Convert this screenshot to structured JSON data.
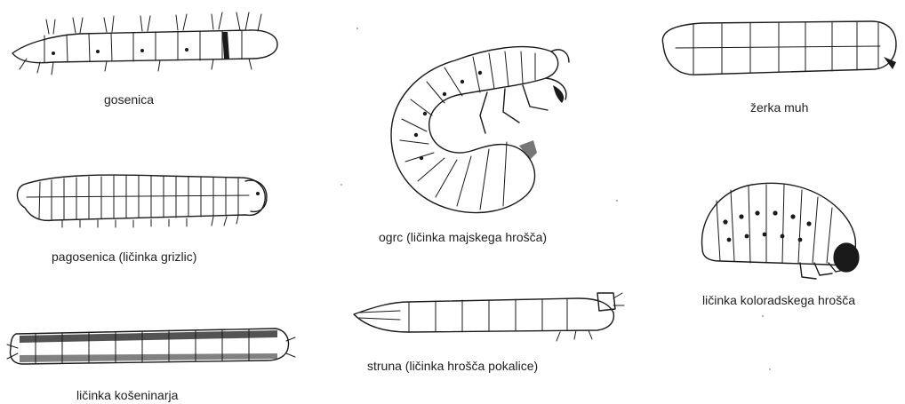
{
  "larvae": [
    {
      "id": "gosenica",
      "label": "gosenica"
    },
    {
      "id": "pagosenica",
      "label": "pagosenica (ličinka grizlic)"
    },
    {
      "id": "kosenina",
      "label": "ličinka košeninarja"
    },
    {
      "id": "ogrc",
      "label": "ogrc (ličinka majskega hrošča)"
    },
    {
      "id": "struna",
      "label": "struna (ličinka hrošča pokalice)"
    },
    {
      "id": "zerka",
      "label": "žerka muh"
    },
    {
      "id": "koloradski",
      "label": "ličinka koloradskega hrošča"
    }
  ]
}
